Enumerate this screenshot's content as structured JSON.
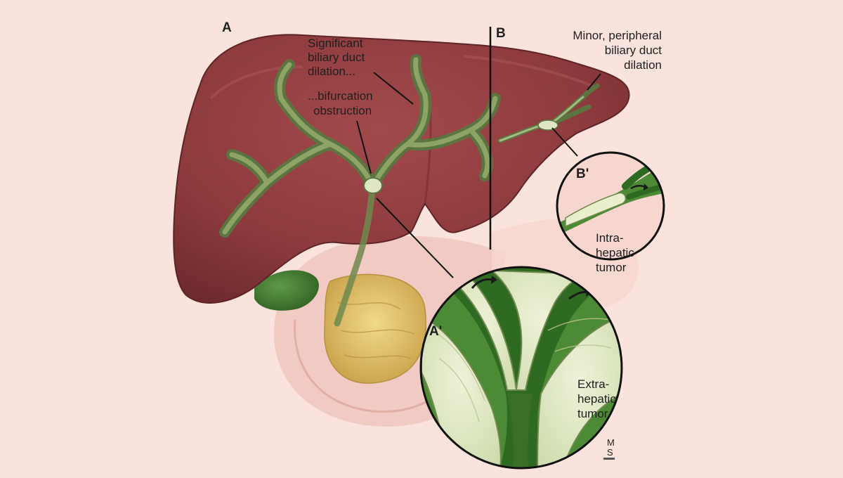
{
  "colors": {
    "background": "#f9e3dc",
    "liver": "#8e3b3e",
    "liver_shadow": "#6e2a2e",
    "bile_duct": "#6f8a4e",
    "bile_duct_light": "#9fb27a",
    "gallbladder": "#3f7a2f",
    "pancreas": "#e0c067",
    "intestine": "#f0c8c0",
    "tumor": "#e7eccf",
    "inset_border": "#111111"
  },
  "panels": {
    "a_label": "A",
    "b_label": "B",
    "a_prime_label": "A'",
    "b_prime_label": "B'"
  },
  "annotations": {
    "significant_dilation": [
      "Significant",
      "biliary duct",
      "dilation..."
    ],
    "bifurcation": [
      "...bifurcation",
      "obstruction"
    ],
    "minor_dilation": [
      "Minor, peripheral",
      "biliary duct",
      "dilation"
    ],
    "intrahepatic": [
      "Intra-",
      "hepatic",
      "tumor"
    ],
    "extrahepatic": [
      "Extra-",
      "hepatic",
      "tumor"
    ]
  },
  "signature": [
    "M",
    "S"
  ],
  "icons": {
    "flow_arrow": "curved-arrow-icon"
  }
}
